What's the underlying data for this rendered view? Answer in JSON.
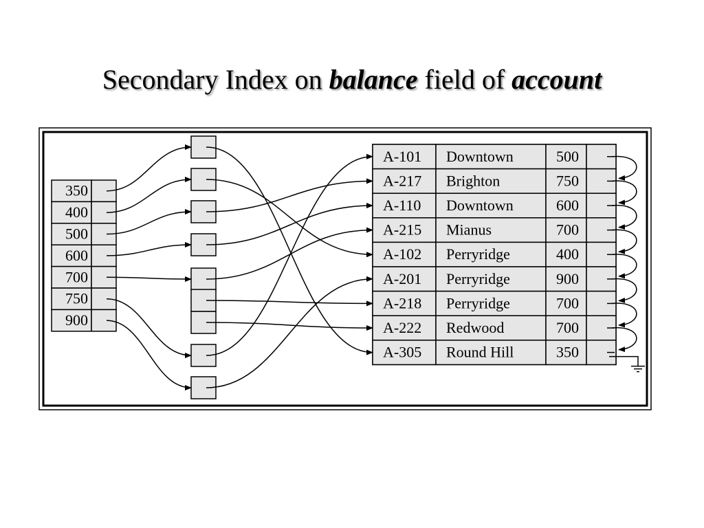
{
  "title": {
    "part1": "Secondary Index on ",
    "part2": "balance",
    "part3": " field of ",
    "part4": "account"
  },
  "index_keys": [
    "350",
    "400",
    "500",
    "600",
    "700",
    "750",
    "900"
  ],
  "account_records": [
    {
      "account": "A-101",
      "branch": "Downtown",
      "balance": "500"
    },
    {
      "account": "A-217",
      "branch": "Brighton",
      "balance": "750"
    },
    {
      "account": "A-110",
      "branch": "Downtown",
      "balance": "600"
    },
    {
      "account": "A-215",
      "branch": "Mianus",
      "balance": "700"
    },
    {
      "account": "A-102",
      "branch": "Perryridge",
      "balance": "400"
    },
    {
      "account": "A-201",
      "branch": "Perryridge",
      "balance": "900"
    },
    {
      "account": "A-218",
      "branch": "Perryridge",
      "balance": "700"
    },
    {
      "account": "A-222",
      "branch": "Redwood",
      "balance": "700"
    },
    {
      "account": "A-305",
      "branch": "Round Hill",
      "balance": "350"
    }
  ],
  "colors": {
    "cell_fill": "#e6e6e6",
    "stroke": "#000000",
    "background": "#ffffff"
  }
}
